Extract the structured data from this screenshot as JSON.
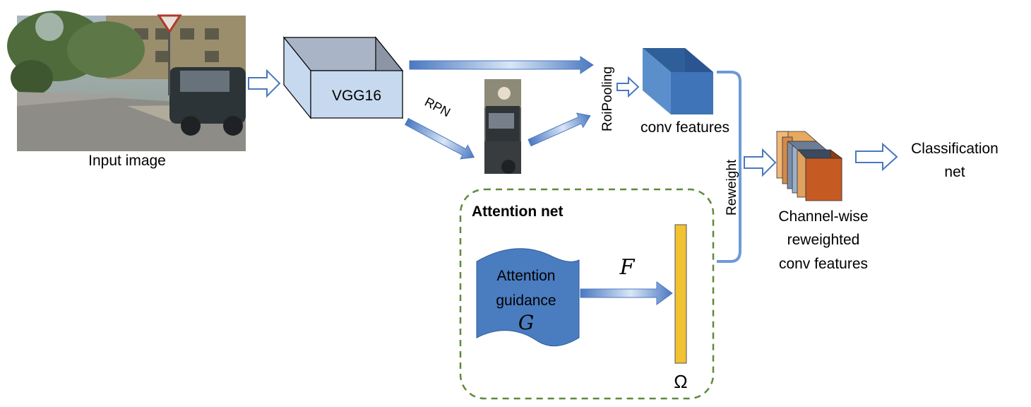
{
  "input": {
    "caption": "Input image"
  },
  "backbone": {
    "label": "VGG16"
  },
  "rpn": {
    "label": "RPN"
  },
  "roi": {
    "label": "RoiPooling"
  },
  "conv": {
    "label": "conv features"
  },
  "reweight": {
    "label": "Reweight"
  },
  "channel": {
    "line1": "Channel-wise",
    "line2": "reweighted",
    "line3": "conv features"
  },
  "classify": {
    "line1": "Classification",
    "line2": "net"
  },
  "attention": {
    "title": "Attention net",
    "guidance_line1": "Attention",
    "guidance_line2": "guidance",
    "guidance_symbol": "G",
    "f_symbol": "F",
    "omega_symbol": "Ω"
  },
  "colors": {
    "arrow_blue": "#4a78c0",
    "cube_light": "#c6d9ef",
    "cube_dark_front": "#3f74b8",
    "attention_border": "#5f8a3a",
    "omega_bar": "#f1c232",
    "output_orange": "#c55a22"
  }
}
